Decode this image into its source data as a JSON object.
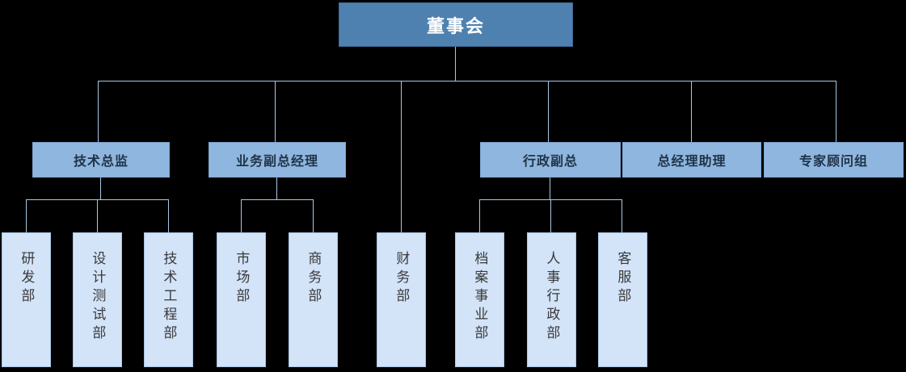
{
  "chart": {
    "type": "org-chart",
    "title": "",
    "orientation": "top-down",
    "levels": 3,
    "colors": {
      "root_fill": "#4E81B0",
      "root_text": "#FFFFFF",
      "level2_fill": "#8FB6DE",
      "level2_text": "#1F3348",
      "leaf_fill": "#D3E3F8",
      "leaf_text": "#3A3A3A",
      "connector": "#A9C7E5",
      "background": "#000000"
    },
    "root": {
      "label": "董事会",
      "id": "board"
    },
    "level2": [
      {
        "id": "tech-director",
        "label": "技术总监"
      },
      {
        "id": "biz-vp",
        "label": "业务副总经理"
      },
      {
        "id": "admin-vp",
        "label": "行政副总"
      },
      {
        "id": "gm-assistant",
        "label": "总经理助理"
      },
      {
        "id": "expert-group",
        "label": "专家顾问组"
      }
    ],
    "leaves": [
      {
        "id": "rd-dept",
        "label": "研发部",
        "parent": "tech-director"
      },
      {
        "id": "design-test",
        "label": "设计测试部",
        "parent": "tech-director"
      },
      {
        "id": "tech-eng",
        "label": "技术工程部",
        "parent": "tech-director"
      },
      {
        "id": "market-dept",
        "label": "市场部",
        "parent": "biz-vp"
      },
      {
        "id": "business-dept",
        "label": "商务部",
        "parent": "biz-vp"
      },
      {
        "id": "finance-dept",
        "label": "财务部",
        "parent": "board"
      },
      {
        "id": "archive-dept",
        "label": "档案事业部",
        "parent": "admin-vp"
      },
      {
        "id": "hr-admin",
        "label": "人事行政部",
        "parent": "admin-vp"
      },
      {
        "id": "service-dept",
        "label": "客服部",
        "parent": "admin-vp"
      }
    ]
  }
}
